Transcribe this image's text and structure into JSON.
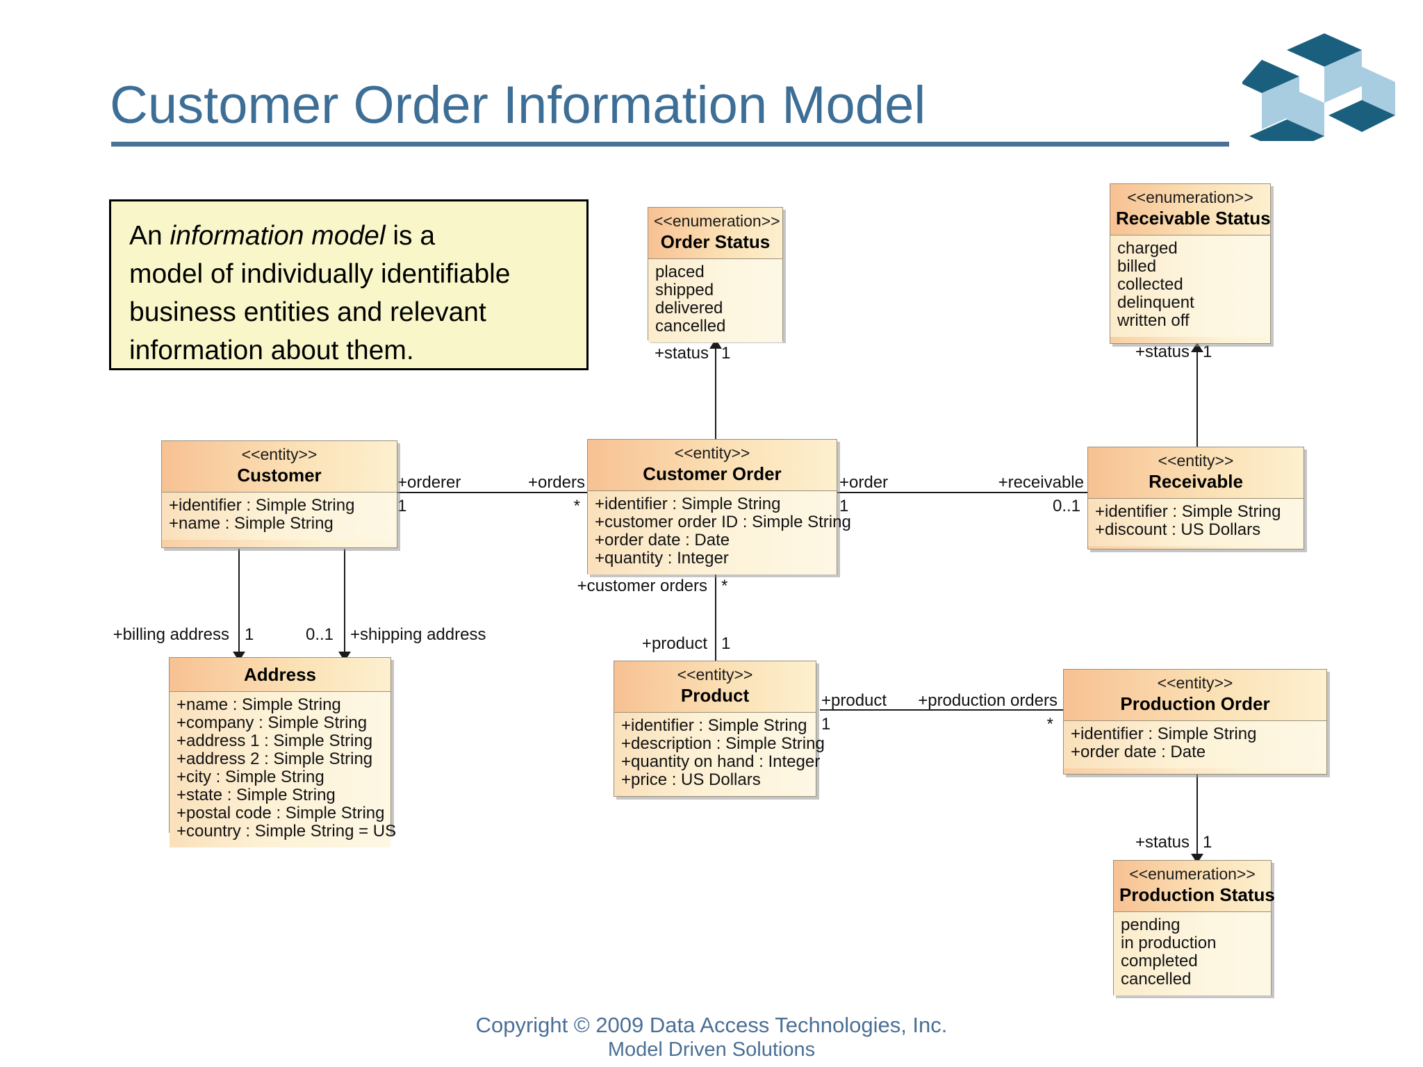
{
  "slide": {
    "title": "Customer Order Information Model",
    "title_color": "#3d6e96",
    "rule_color": "#4a7296",
    "background": "#ffffff"
  },
  "logo": {
    "name": "model-driven-solutions-isometric-blocks-logo",
    "dark_color": "#1b5f7e",
    "light_color": "#a8cde0"
  },
  "callout": {
    "line1_a": "An ",
    "line1_em": "information model",
    "line1_b": " is a",
    "line2": "model of individually identifiable",
    "line3": "business entities and relevant",
    "line4": "information about them.",
    "fill": "#f9f7c9",
    "border": "#000000"
  },
  "diagram": {
    "classes": [
      {
        "id": "order-status",
        "stereotype": "<<enumeration>>",
        "name": "Order Status",
        "attributes": [
          "placed",
          "shipped",
          "delivered",
          "cancelled"
        ]
      },
      {
        "id": "receivable-status",
        "stereotype": "<<enumeration>>",
        "name": "Receivable Status",
        "attributes": [
          "charged",
          "billed",
          "collected",
          "delinquent",
          "written off"
        ]
      },
      {
        "id": "customer",
        "stereotype": "<<entity>>",
        "name": "Customer",
        "attributes": [
          "+identifier : Simple String",
          "+name : Simple String"
        ]
      },
      {
        "id": "customer-order",
        "stereotype": "<<entity>>",
        "name": "Customer Order",
        "attributes": [
          "+identifier : Simple String",
          "+customer order ID : Simple String",
          "+order date : Date",
          "+quantity : Integer"
        ]
      },
      {
        "id": "receivable",
        "stereotype": "<<entity>>",
        "name": "Receivable",
        "attributes": [
          "+identifier : Simple String",
          "+discount : US Dollars"
        ]
      },
      {
        "id": "address",
        "stereotype": "",
        "name": "Address",
        "attributes": [
          "+name : Simple String",
          "+company : Simple String",
          "+address 1 : Simple String",
          "+address 2 : Simple String",
          "+city : Simple String",
          "+state : Simple String",
          "+postal code : Simple String",
          "+country : Simple String = US"
        ]
      },
      {
        "id": "product",
        "stereotype": "<<entity>>",
        "name": "Product",
        "attributes": [
          "+identifier : Simple String",
          "+description : Simple String",
          "+quantity on hand : Integer",
          "+price : US Dollars"
        ]
      },
      {
        "id": "production-order",
        "stereotype": "<<entity>>",
        "name": "Production Order",
        "attributes": [
          "+identifier : Simple String",
          "+order date : Date"
        ]
      },
      {
        "id": "production-status",
        "stereotype": "<<enumeration>>",
        "name": "Production Status",
        "attributes": [
          "pending",
          "in production",
          "completed",
          "cancelled"
        ]
      }
    ],
    "associations": [
      {
        "id": "order-to-status",
        "role": "+status",
        "mult": "1"
      },
      {
        "id": "receivable-to-status",
        "role": "+status",
        "mult": "1"
      },
      {
        "id": "customer-end",
        "role": "+orderer",
        "mult": "1"
      },
      {
        "id": "order-end",
        "role": "+orders",
        "mult": "*"
      },
      {
        "id": "order-to-receivable-a",
        "role": "+order",
        "mult": "1"
      },
      {
        "id": "order-to-receivable-b",
        "role": "+receivable",
        "mult": "0..1"
      },
      {
        "id": "billing-address",
        "role": "+billing address",
        "mult": "1"
      },
      {
        "id": "shipping-address",
        "role": "+shipping address",
        "mult": "0..1"
      },
      {
        "id": "customer-orders-end",
        "role": "+customer orders",
        "mult": "*"
      },
      {
        "id": "product-end",
        "role": "+product",
        "mult": "1"
      },
      {
        "id": "product-po-a",
        "role": "+product",
        "mult": "1"
      },
      {
        "id": "product-po-b",
        "role": "+production orders",
        "mult": "*"
      },
      {
        "id": "po-to-status",
        "role": "+status",
        "mult": "1"
      }
    ]
  },
  "footer": {
    "line1": "Copyright © 2009 Data Access Technologies, Inc.",
    "line2": "Model Driven Solutions",
    "color": "#4a6f95"
  }
}
